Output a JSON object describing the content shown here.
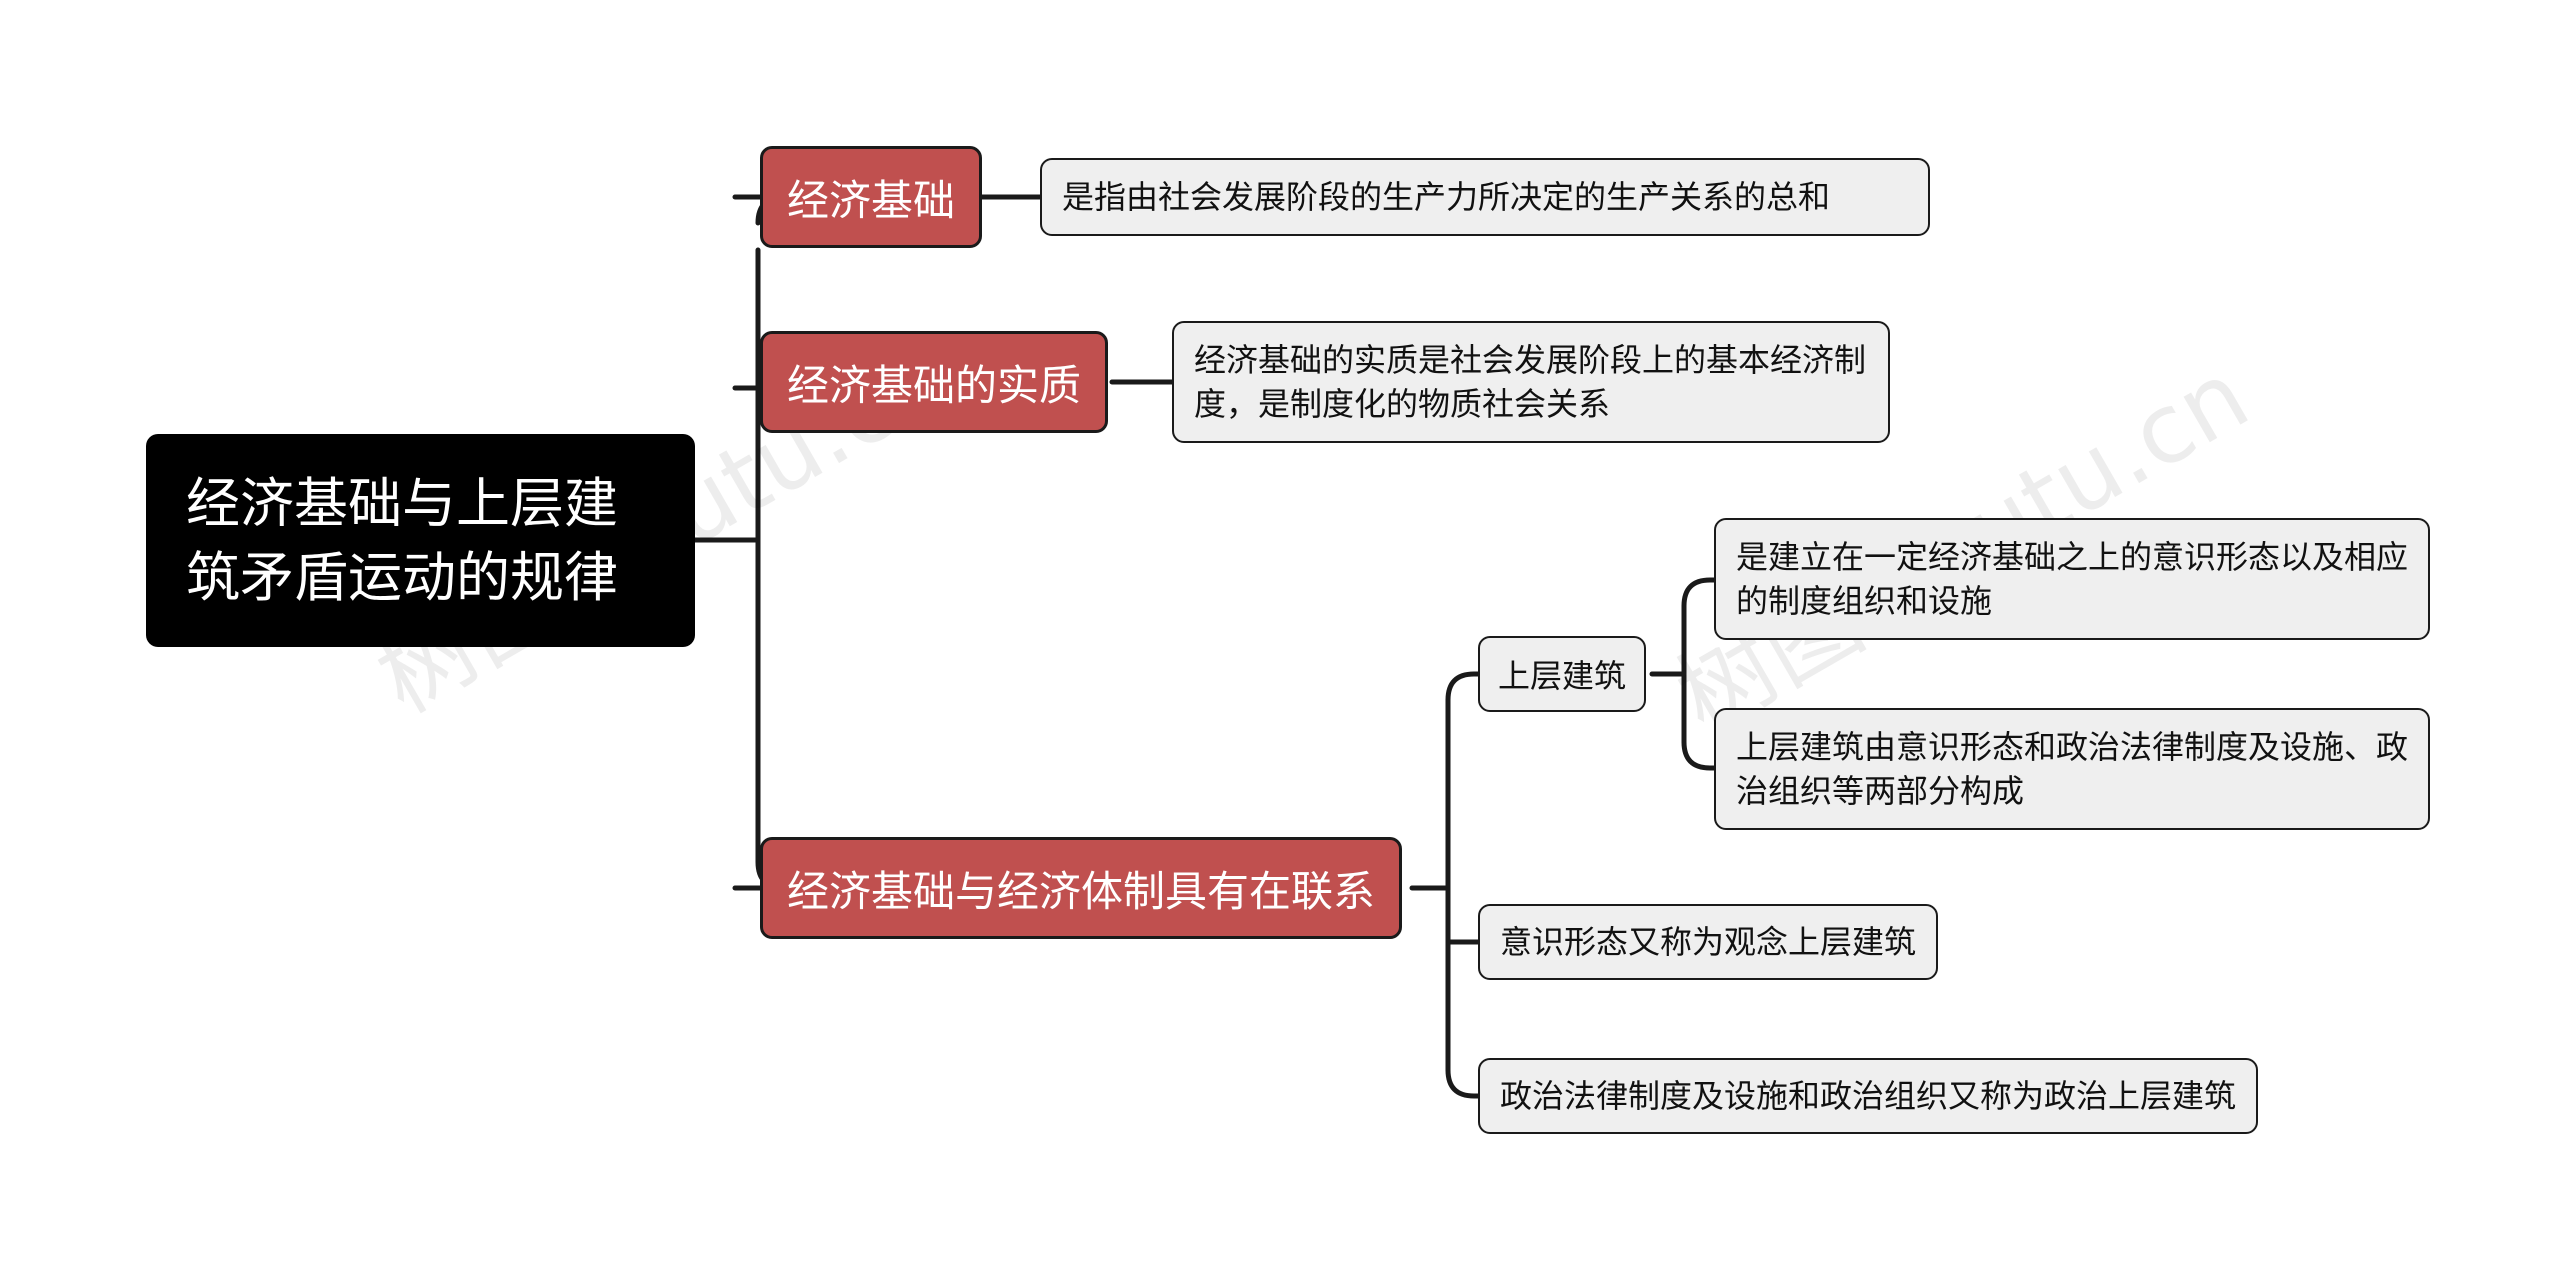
{
  "root": {
    "title": "经济基础与上层建筑矛盾运动的规律"
  },
  "branches": [
    {
      "label": "经济基础",
      "detail": "是指由社会发展阶段的生产力所决定的生产关系的总和"
    },
    {
      "label": "经济基础的实质",
      "detail": "经济基础的实质是社会发展阶段上的基本经济制度，是制度化的物质社会关系"
    },
    {
      "label": "经济基础与经济体制具有在联系",
      "children": [
        {
          "label": "上层建筑",
          "details": [
            "是建立在一定经济基础之上的意识形态以及相应的制度组织和设施",
            "上层建筑由意识形态和政治法律制度及设施、政治组织等两部分构成"
          ]
        },
        {
          "label": "意识形态又称为观念上层建筑"
        },
        {
          "label": "政治法律制度及设施和政治组织又称为政治上层建筑"
        }
      ]
    }
  ],
  "watermarks": [
    "树图 shutu.cn",
    "树图 shutu.cn"
  ],
  "colors": {
    "root_bg": "#000000",
    "branch_bg": "#c0504f",
    "leaf_bg": "#efefef",
    "line": "#1a1a1a"
  }
}
